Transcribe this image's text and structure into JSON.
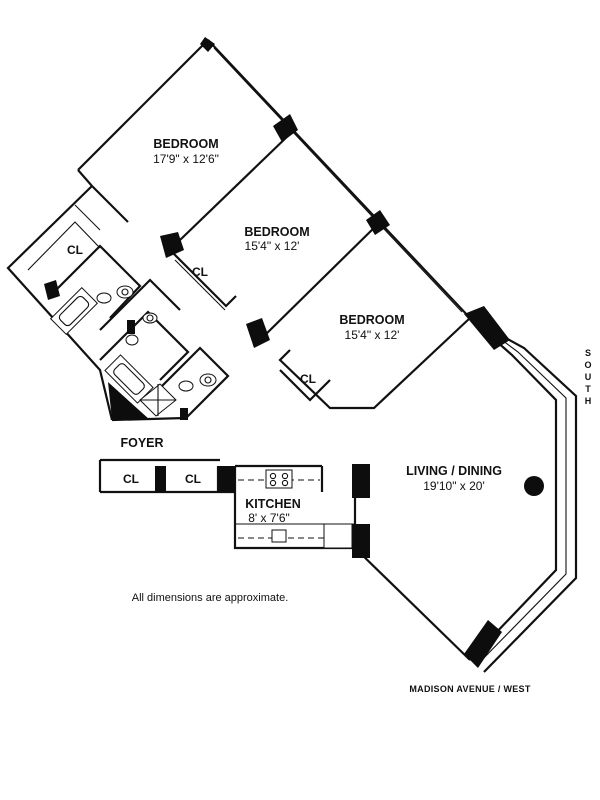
{
  "rooms": {
    "bedroom_1": {
      "label": "BEDROOM",
      "dims": "17'9\" x 12'6\""
    },
    "bedroom_2": {
      "label": "BEDROOM",
      "dims": "15'4\" x 12'"
    },
    "bedroom_3": {
      "label": "BEDROOM",
      "dims": "15'4\" x 12'"
    },
    "living_dining": {
      "label": "LIVING / DINING",
      "dims": "19'10\" x 20'"
    },
    "kitchen": {
      "label": "KITCHEN",
      "dims": "8' x 7'6\""
    },
    "foyer": {
      "label": "FOYER"
    }
  },
  "closets": {
    "cl_1": "CL",
    "cl_2": "CL",
    "cl_3": "CL",
    "cl_4": "CL",
    "cl_5": "CL"
  },
  "note": "All dimensions are approximate.",
  "street": "MADISON AVENUE / WEST",
  "compass": [
    "S",
    "O",
    "U",
    "T",
    "H"
  ]
}
